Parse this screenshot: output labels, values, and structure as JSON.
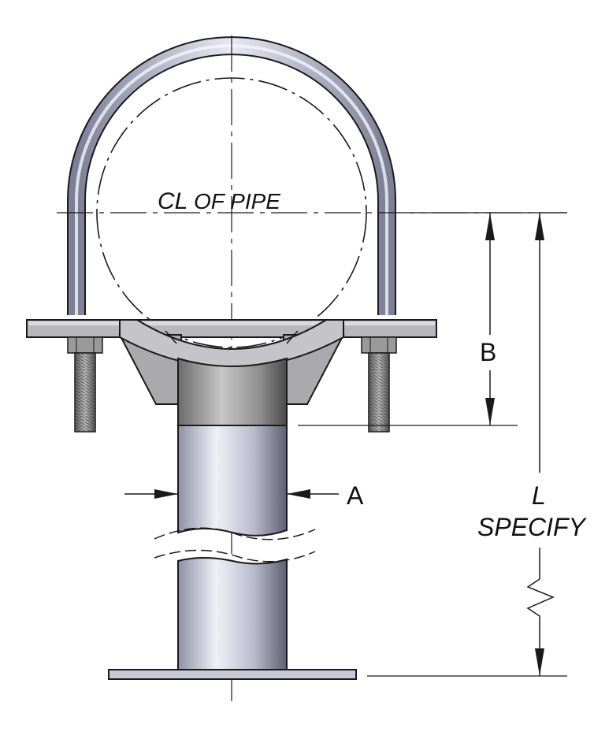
{
  "labels": {
    "centerline_symbol": "CL",
    "centerline_text": "OF PIPE",
    "dim_a": "A",
    "dim_b": "B",
    "dim_l": "L",
    "dim_l_note": "SPECIFY"
  },
  "colors": {
    "outline": "#1a1a1a",
    "steel_light": "#d9dbe6",
    "steel_mid": "#a9abbb",
    "steel_dark": "#6f7183",
    "plate": "#b3b3b8",
    "bolt": "#8c8c8c",
    "background": "#ffffff"
  },
  "parts": {
    "u_bolt": "u-bolt",
    "pipe": "pipe",
    "saddle": "saddle",
    "base_plate": "base-plate",
    "support_post": "support-post",
    "nuts": "hex-nuts"
  }
}
